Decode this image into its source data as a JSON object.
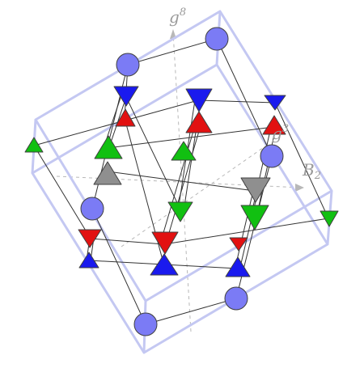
{
  "labels": {
    "g8": {
      "base": "g",
      "sup": "8"
    },
    "g3": {
      "base": "g",
      "sup": "3"
    },
    "B2": {
      "base": "B",
      "sub": "2"
    }
  },
  "colors": {
    "cube_edge": "#c4c8f2",
    "lattice_line": "#333333",
    "axis": "#b8b8b8",
    "label": "#9a9a9a",
    "circle": "#7b7bf5",
    "blue": "#1a1aee",
    "red": "#e21111",
    "green": "#11c011",
    "gray": "#8f8f8f",
    "outline": "#404040"
  },
  "node_kinds": [
    "circle",
    "circle",
    "circle",
    "circle",
    "circle",
    "circle",
    "blue-down",
    "blue-down",
    "blue-down",
    "blue-up",
    "blue-up",
    "blue-up",
    "red-up",
    "red-up",
    "red-up",
    "red-down",
    "red-down",
    "red-down",
    "green-up",
    "green-up",
    "green-up",
    "green-down",
    "green-down",
    "green-down",
    "gray-up",
    "gray-down"
  ]
}
